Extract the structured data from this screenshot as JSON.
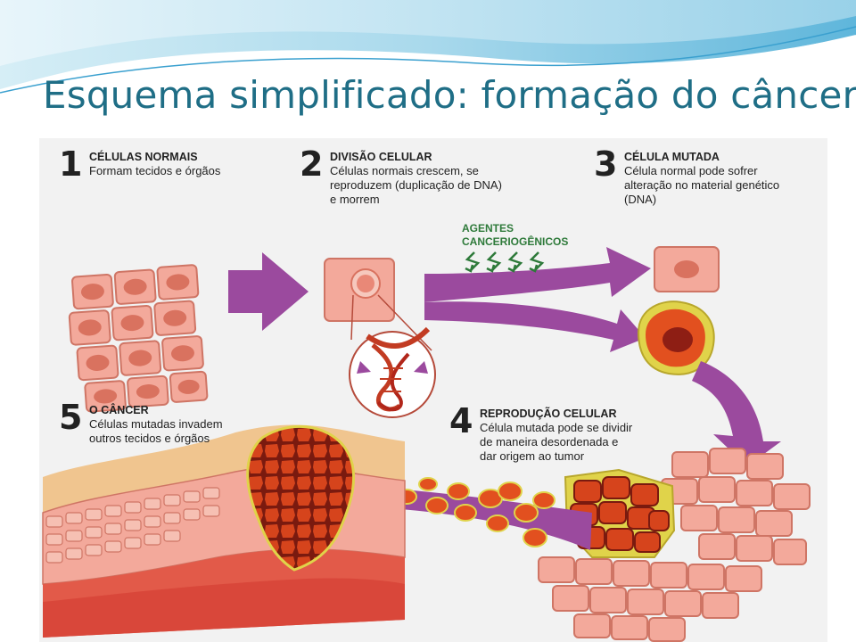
{
  "slide": {
    "title": "Esquema simplificado: formação do câncer"
  },
  "diagram": {
    "steps": [
      {
        "number": "1",
        "title": "CÉLULAS NORMAIS",
        "description": [
          "Formam tecidos e órgãos"
        ]
      },
      {
        "number": "2",
        "title": "DIVISÃO CELULAR",
        "description": [
          "Células normais crescem, se",
          "reproduzem (duplicação de DNA)",
          "e morrem"
        ]
      },
      {
        "number": "3",
        "title": "CÉLULA MUTADA",
        "description": [
          "Célula normal pode sofrer",
          "alteração no material genético",
          "(DNA)"
        ]
      },
      {
        "number": "4",
        "title": "REPRODUÇÃO CELULAR",
        "description": [
          "Célula mutada pode se dividir",
          "de maneira desordenada e",
          "dar origem ao tumor"
        ]
      },
      {
        "number": "5",
        "title": "O CÂNCER",
        "description": [
          "Células mutadas invadem",
          "outros tecidos e órgãos"
        ]
      }
    ],
    "agents_label": [
      "AGENTES",
      "CANCERIOGÊNICOS"
    ]
  },
  "colors": {
    "title": "#1f6e86",
    "arrow": "#9b4a9e",
    "normal_cell": "#f3a99b",
    "nucleus": "#d9725f",
    "mutated_cell": "#e2501f",
    "tumor_outline": "#c9b53a",
    "agents": "#2e7a3a"
  }
}
